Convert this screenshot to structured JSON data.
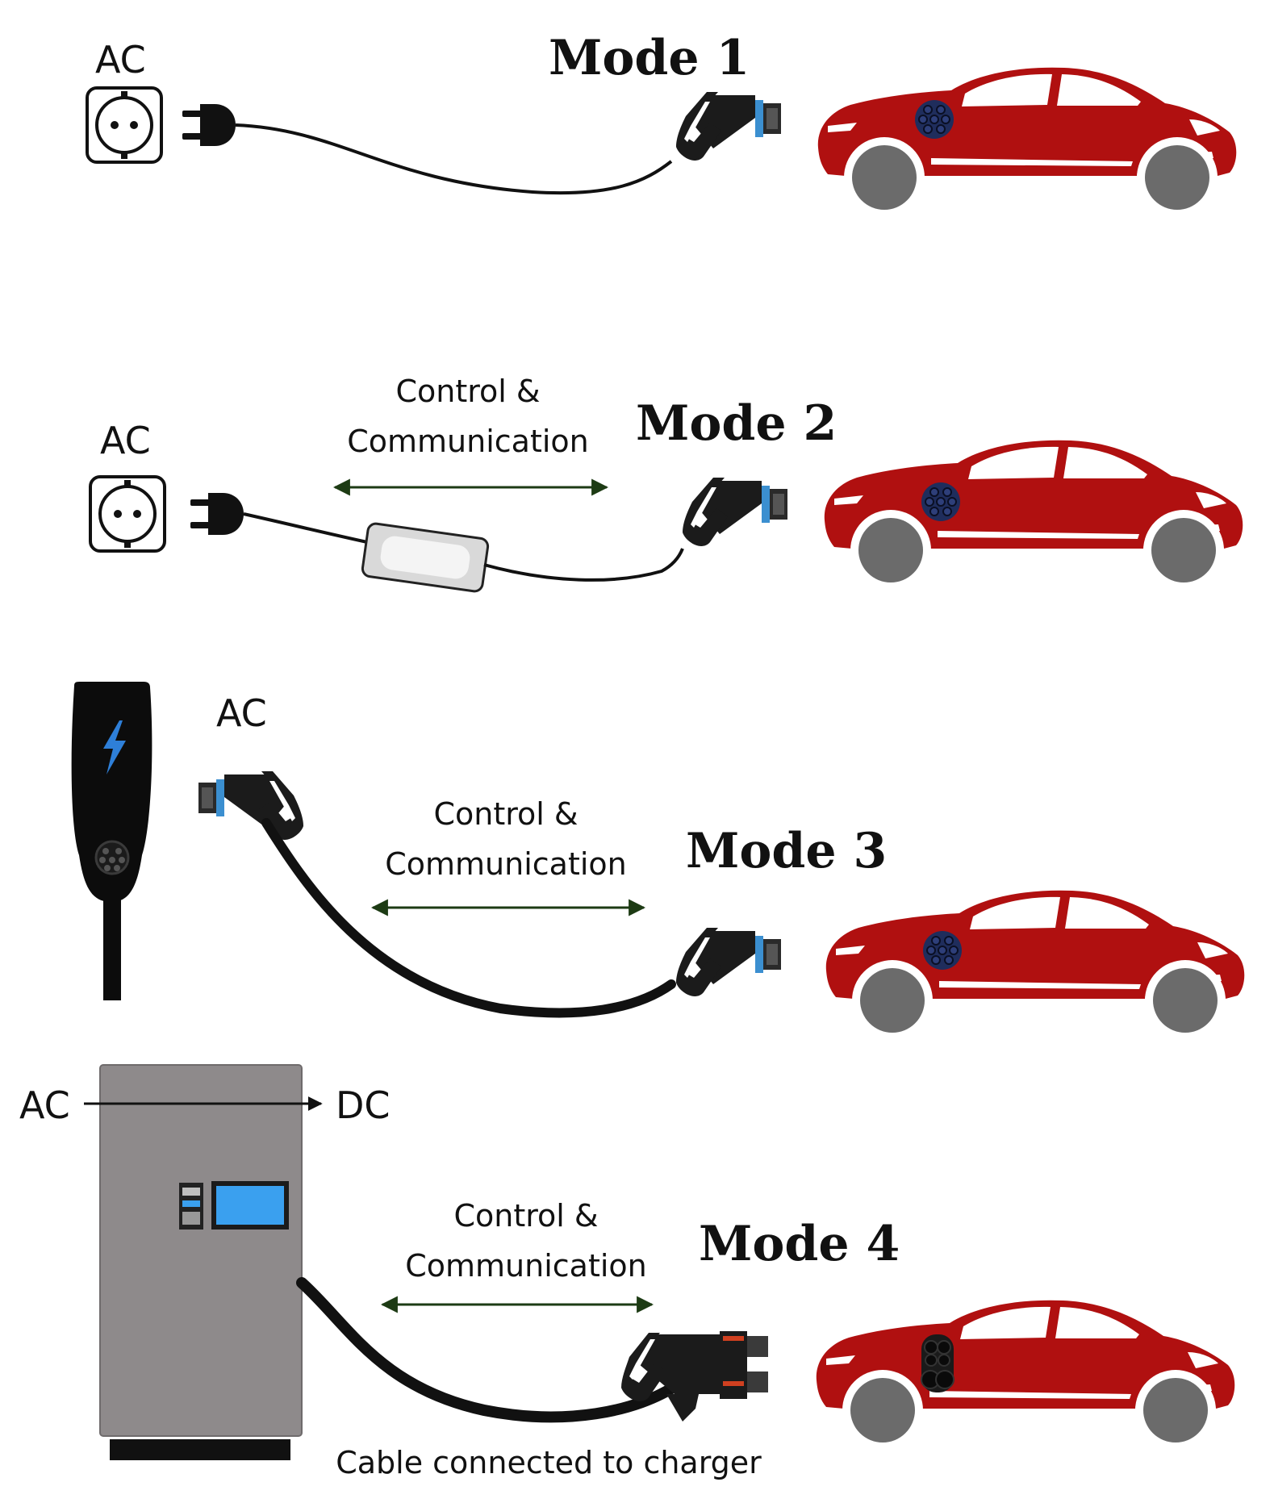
{
  "modes": [
    {
      "title": "Mode 1",
      "source_label": "AC",
      "source_device": "wall-socket-icon",
      "cable_box": false,
      "control_label": [],
      "connector": "type2-ac"
    },
    {
      "title": "Mode 2",
      "source_label": "AC",
      "source_device": "wall-socket-icon",
      "cable_box": true,
      "control_label": [
        "Control &",
        "Communication"
      ],
      "connector": "type2-ac"
    },
    {
      "title": "Mode 3",
      "source_label": "AC",
      "source_device": "wallbox-icon",
      "cable_box": false,
      "control_label": [
        "Control &",
        "Communication"
      ],
      "connector": "type2-ac"
    },
    {
      "title": "Mode 4",
      "source_labels": [
        "AC",
        "DC"
      ],
      "source_device": "dc-charger-cabinet-icon",
      "cable_box": false,
      "control_label": [
        "Control &",
        "Communication"
      ],
      "connector": "ccs-dc",
      "caption": "Cable connected to charger"
    }
  ],
  "colors": {
    "car_body": "#b01010",
    "wheel": "#6b6b6b",
    "inlet": "#1f2d5c",
    "cabinet": "#8e8a8b",
    "screen": "#3aa0ef",
    "bolt": "#2e7fd8",
    "arrow": "#1d3b14",
    "connector_accent": "#3b8fd0"
  }
}
